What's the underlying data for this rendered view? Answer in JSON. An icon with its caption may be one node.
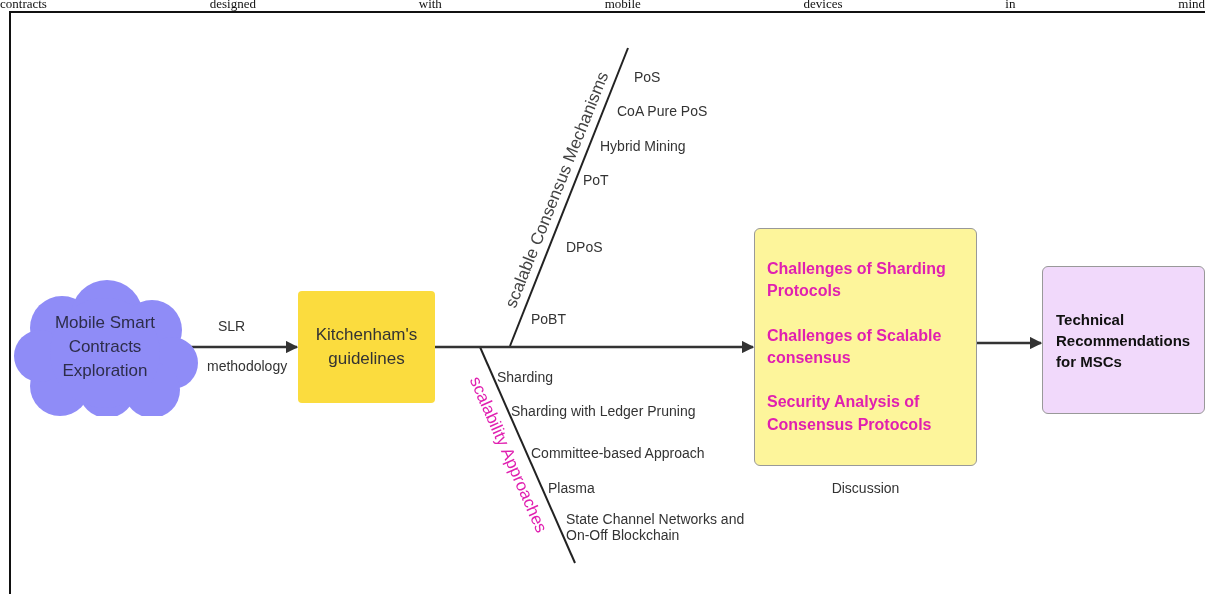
{
  "diagram": {
    "nodes": [
      {
        "text": [
          "Mobile Smart Contracts Exploration"
        ]
      },
      {
        "text": [
          "Kitchenham's guidelines"
        ]
      },
      {
        "text": [
          "Challenges of Sharding Protocols",
          "Challenges of Scalable consensus",
          "Security Analysis of Consensus Protocols"
        ],
        "beside": [
          "Discussion"
        ]
      },
      {
        "text": [
          "Technical Recommendations for MSCs"
        ]
      }
    ],
    "edges": [
      {
        "from": 0,
        "to": 1,
        "arrow": "to",
        "label": "SLR"
      },
      {
        "from": 1,
        "to": 2,
        "arrow": "to"
      },
      {
        "from": 2,
        "to": 3,
        "arrow": "to"
      }
    ],
    "labels": [
      "contracts designed with mobile devices in mind",
      "methodology",
      "scalable Consensus Mechanisms",
      "PoS",
      "CoA Pure PoS",
      "Hybrid Mining",
      "PoT",
      "DPoS",
      "PoBT",
      "scalability Approaches",
      "Sharding",
      "Sharding with Ledger Pruning",
      "Committee-based Approach",
      "Plasma",
      "State Channel Networks and On-Off Blockchain"
    ]
  }
}
